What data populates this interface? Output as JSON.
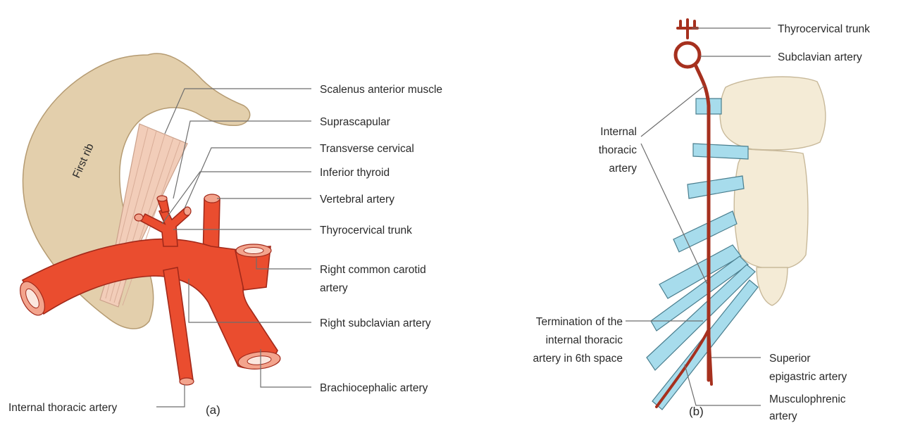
{
  "panel_a": {
    "caption": "(a)",
    "rib_label": "First rib",
    "labels": {
      "scalenus": "Scalenus anterior muscle",
      "suprascapular": "Suprascapular",
      "transverse_cervical": "Transverse cervical",
      "inferior_thyroid": "Inferior thyroid",
      "vertebral": "Vertebral artery",
      "thyrocervical": "Thyrocervical trunk",
      "carotid_line1": "Right common carotid",
      "carotid_line2": "artery",
      "subclavian": "Right subclavian artery",
      "brachiocephalic": "Brachiocephalic artery",
      "internal_thoracic": "Internal thoracic artery"
    }
  },
  "panel_b": {
    "caption": "(b)",
    "labels": {
      "thyrocervical": "Thyrocervical trunk",
      "subclavian": "Subclavian artery",
      "internal_line1": "Internal",
      "internal_line2": "thoracic",
      "internal_line3": "artery",
      "termination_line1": "Termination of the",
      "termination_line2": "internal thoracic",
      "termination_line3": "artery in 6th space",
      "superior_line1": "Superior",
      "superior_line2": "epigastric artery",
      "musculo_line1": "Musculophrenic",
      "musculo_line2": "artery"
    }
  },
  "colors": {
    "artery": "#ea4d2f",
    "rib": "#e3cfac",
    "muscle": "#f2cdb9",
    "cartilage": "#a7dcec",
    "sternum": "#f4ebd6"
  }
}
